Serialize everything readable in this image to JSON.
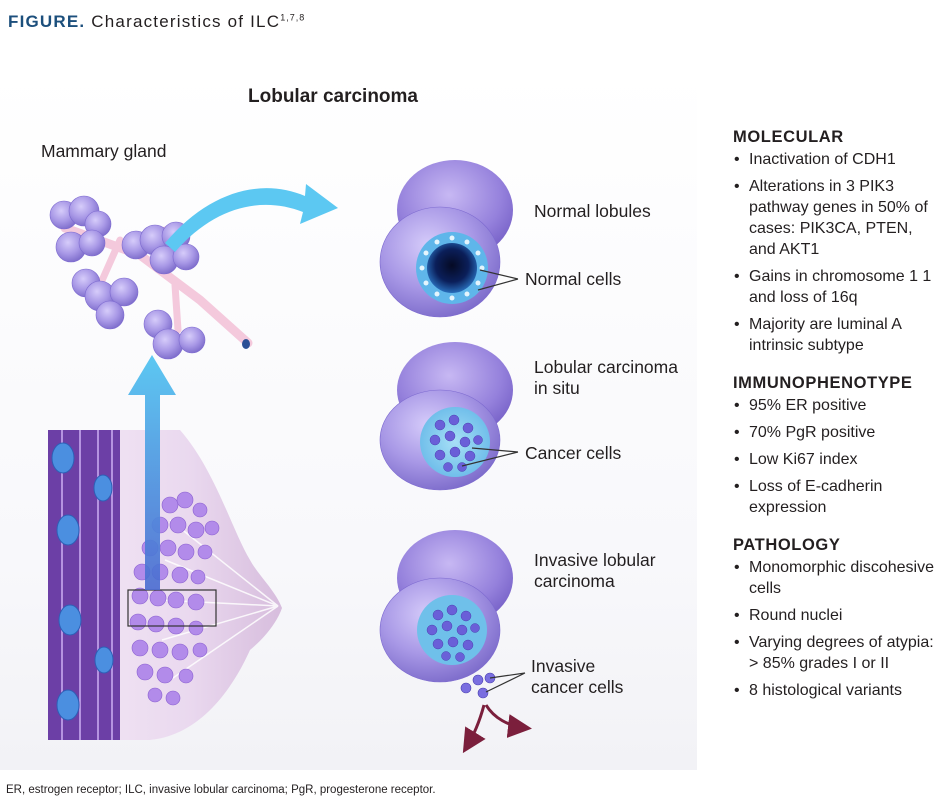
{
  "figure": {
    "label": "FIGURE.",
    "title": "Characteristics of ILC",
    "refs": "1,7,8"
  },
  "panel": {
    "title": "Lobular carcinoma",
    "mammary_gland": "Mammary gland",
    "normal_lobules": "Normal lobules",
    "normal_cells": "Normal cells",
    "lcis_line1": "Lobular carcinoma",
    "lcis_line2": "in situ",
    "cancer_cells": "Cancer cells",
    "ilc_line1": "Invasive lobular",
    "ilc_line2": "carcinoma",
    "invasive_cells_line1": "Invasive",
    "invasive_cells_line2": "cancer cells"
  },
  "sections": [
    {
      "heading": "MOLECULAR",
      "items": [
        "Inactivation of CDH1",
        "Alterations in 3 PIK3 pathway genes in 50% of cases: PIK3CA, PTEN, and AKT1",
        "Gains in chromosome 1 1 and loss of 16q",
        "Majority are luminal A intrinsic subtype"
      ]
    },
    {
      "heading": "IMMUNOPHENOTYPE",
      "items": [
        "95% ER positive",
        "70% PgR positive",
        "Low Ki67 index",
        "Loss of E-cadherin expression"
      ]
    },
    {
      "heading": "PATHOLOGY",
      "items": [
        "Monomorphic discohesive cells",
        "Round nuclei",
        "Varying degrees of atypia: > 85% grades I or II",
        "8 histological variants"
      ]
    }
  ],
  "footnote": "ER, estrogen receptor; ILC, invasive lobular carcinoma; PgR, progesterone receptor.",
  "colors": {
    "title_blue": "#1c4f7c",
    "lobule_purple": "#9a8ae0",
    "lumen_blue": "#5fb6ea",
    "arrow_blue": "#55c1ef",
    "invasion_arrow": "#7b1f3c"
  }
}
